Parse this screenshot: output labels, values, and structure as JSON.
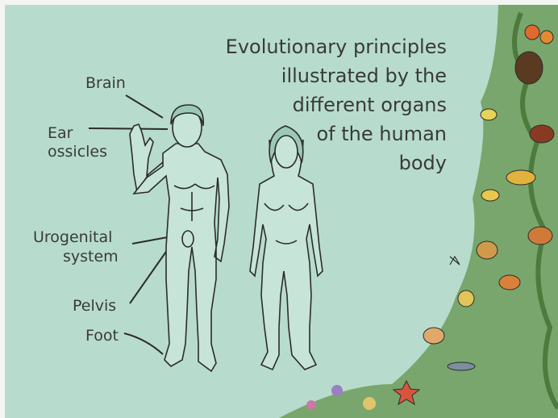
{
  "title": {
    "lines": [
      "Evolutionary principles",
      "illustrated by the",
      "different organs",
      "of the human",
      "body"
    ]
  },
  "labels": {
    "brain": "Brain",
    "ear_1": "Ear",
    "ear_2": "ossicles",
    "urogenital_1": "Urogenital",
    "urogenital_2": "system",
    "pelvis": "Pelvis",
    "foot": "Foot"
  },
  "colors": {
    "background": "#b7dccd",
    "line": "#2c2c2c",
    "text": "#3a3a3a"
  },
  "figures": [
    "male-figure",
    "female-figure"
  ]
}
